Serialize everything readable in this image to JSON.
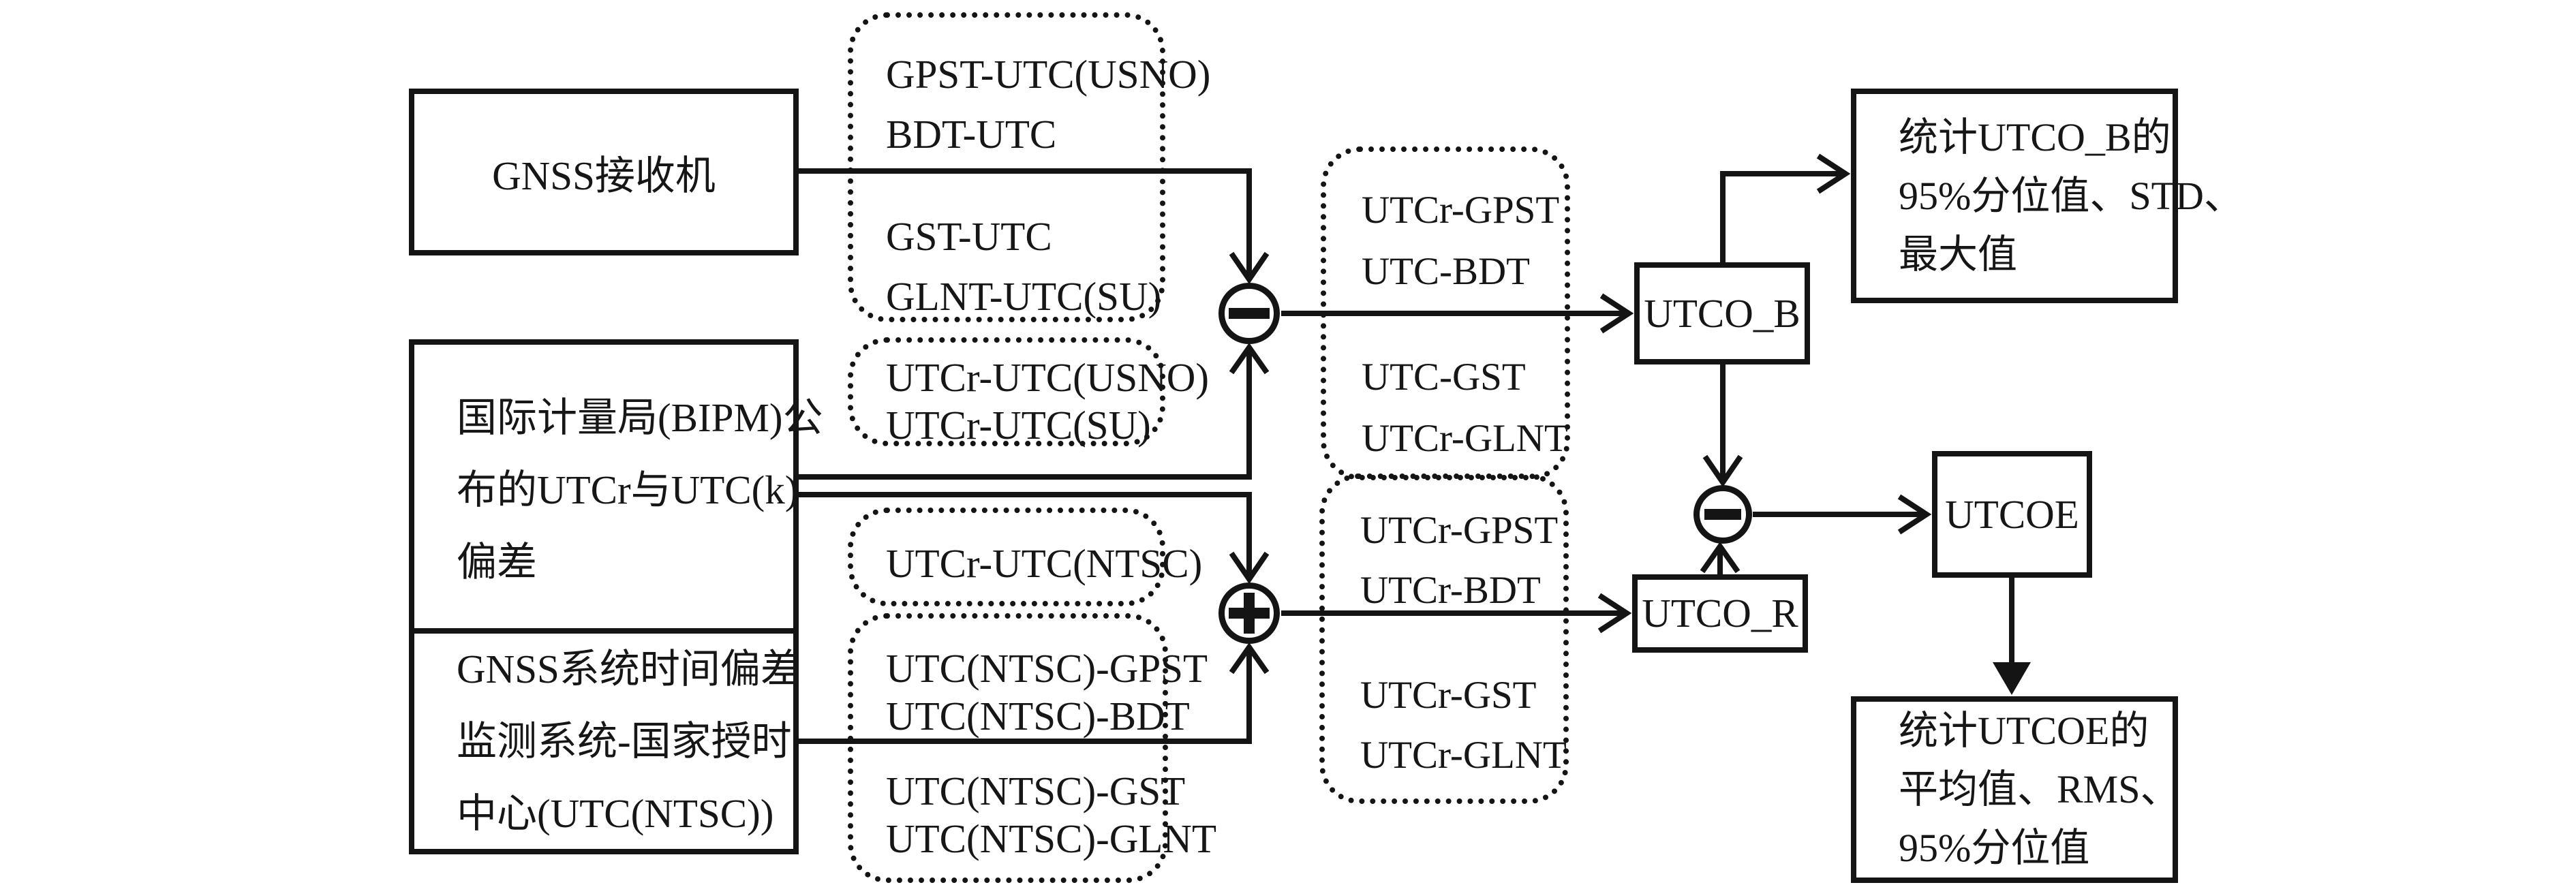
{
  "diagram": {
    "title_domain": "GNSS UTC offset monitoring flow",
    "ink_color": "#141414",
    "background_color": "#ffffff",
    "sources": [
      {
        "id": "gnss-receiver",
        "lines": [
          "GNSS接收机"
        ]
      },
      {
        "id": "bipm",
        "lines": [
          "国际计量局(BIPM)公",
          "布的UTCr与UTC(k)",
          "偏差"
        ]
      },
      {
        "id": "ntsc-monitor",
        "lines": [
          "GNSS系统时间偏差",
          "监测系统-国家授时",
          "中心(UTC(NTSC))"
        ]
      }
    ],
    "dotted_groups": [
      {
        "id": "broadcast-offsets",
        "items": [
          "GPST-UTC(USNO)",
          "BDT-UTC",
          "GST-UTC",
          "GLNT-UTC(SU)"
        ]
      },
      {
        "id": "utcr-utck-offsets",
        "items": [
          "UTCr-UTC(USNO)",
          "UTCr-UTC(SU)"
        ]
      },
      {
        "id": "utcr-ntsc-offset",
        "items": [
          "UTCr-UTC(NTSC)"
        ]
      },
      {
        "id": "ntsc-measured-offsets",
        "items": [
          "UTC(NTSC)-GPST",
          "UTC(NTSC)-BDT",
          "UTC(NTSC)-GST",
          "UTC(NTSC)-GLNT"
        ]
      },
      {
        "id": "utco-b-components",
        "items": [
          "UTCr-GPST",
          "UTC-BDT",
          "UTC-GST",
          "UTCr-GLNT"
        ]
      },
      {
        "id": "utco-r-components",
        "items": [
          "UTCr-GPST",
          "UTCr-BDT",
          "UTCr-GST",
          "UTCr-GLNT"
        ]
      }
    ],
    "operators": [
      {
        "id": "op-minus-top",
        "symbol": "minus"
      },
      {
        "id": "op-plus-bottom",
        "symbol": "plus"
      },
      {
        "id": "op-minus-right",
        "symbol": "minus"
      }
    ],
    "results": [
      {
        "id": "utco-b",
        "label": "UTCO_B"
      },
      {
        "id": "utco-r",
        "label": "UTCO_R"
      },
      {
        "id": "utcoe",
        "label": "UTCOE"
      }
    ],
    "stats": [
      {
        "id": "stats-utco-b",
        "lines": [
          "统计UTCO_B的",
          "95%分位值、STD、",
          "最大值"
        ]
      },
      {
        "id": "stats-utcoe",
        "lines": [
          "统计UTCOE的",
          "平均值、RMS、",
          "95%分位值"
        ]
      }
    ]
  }
}
